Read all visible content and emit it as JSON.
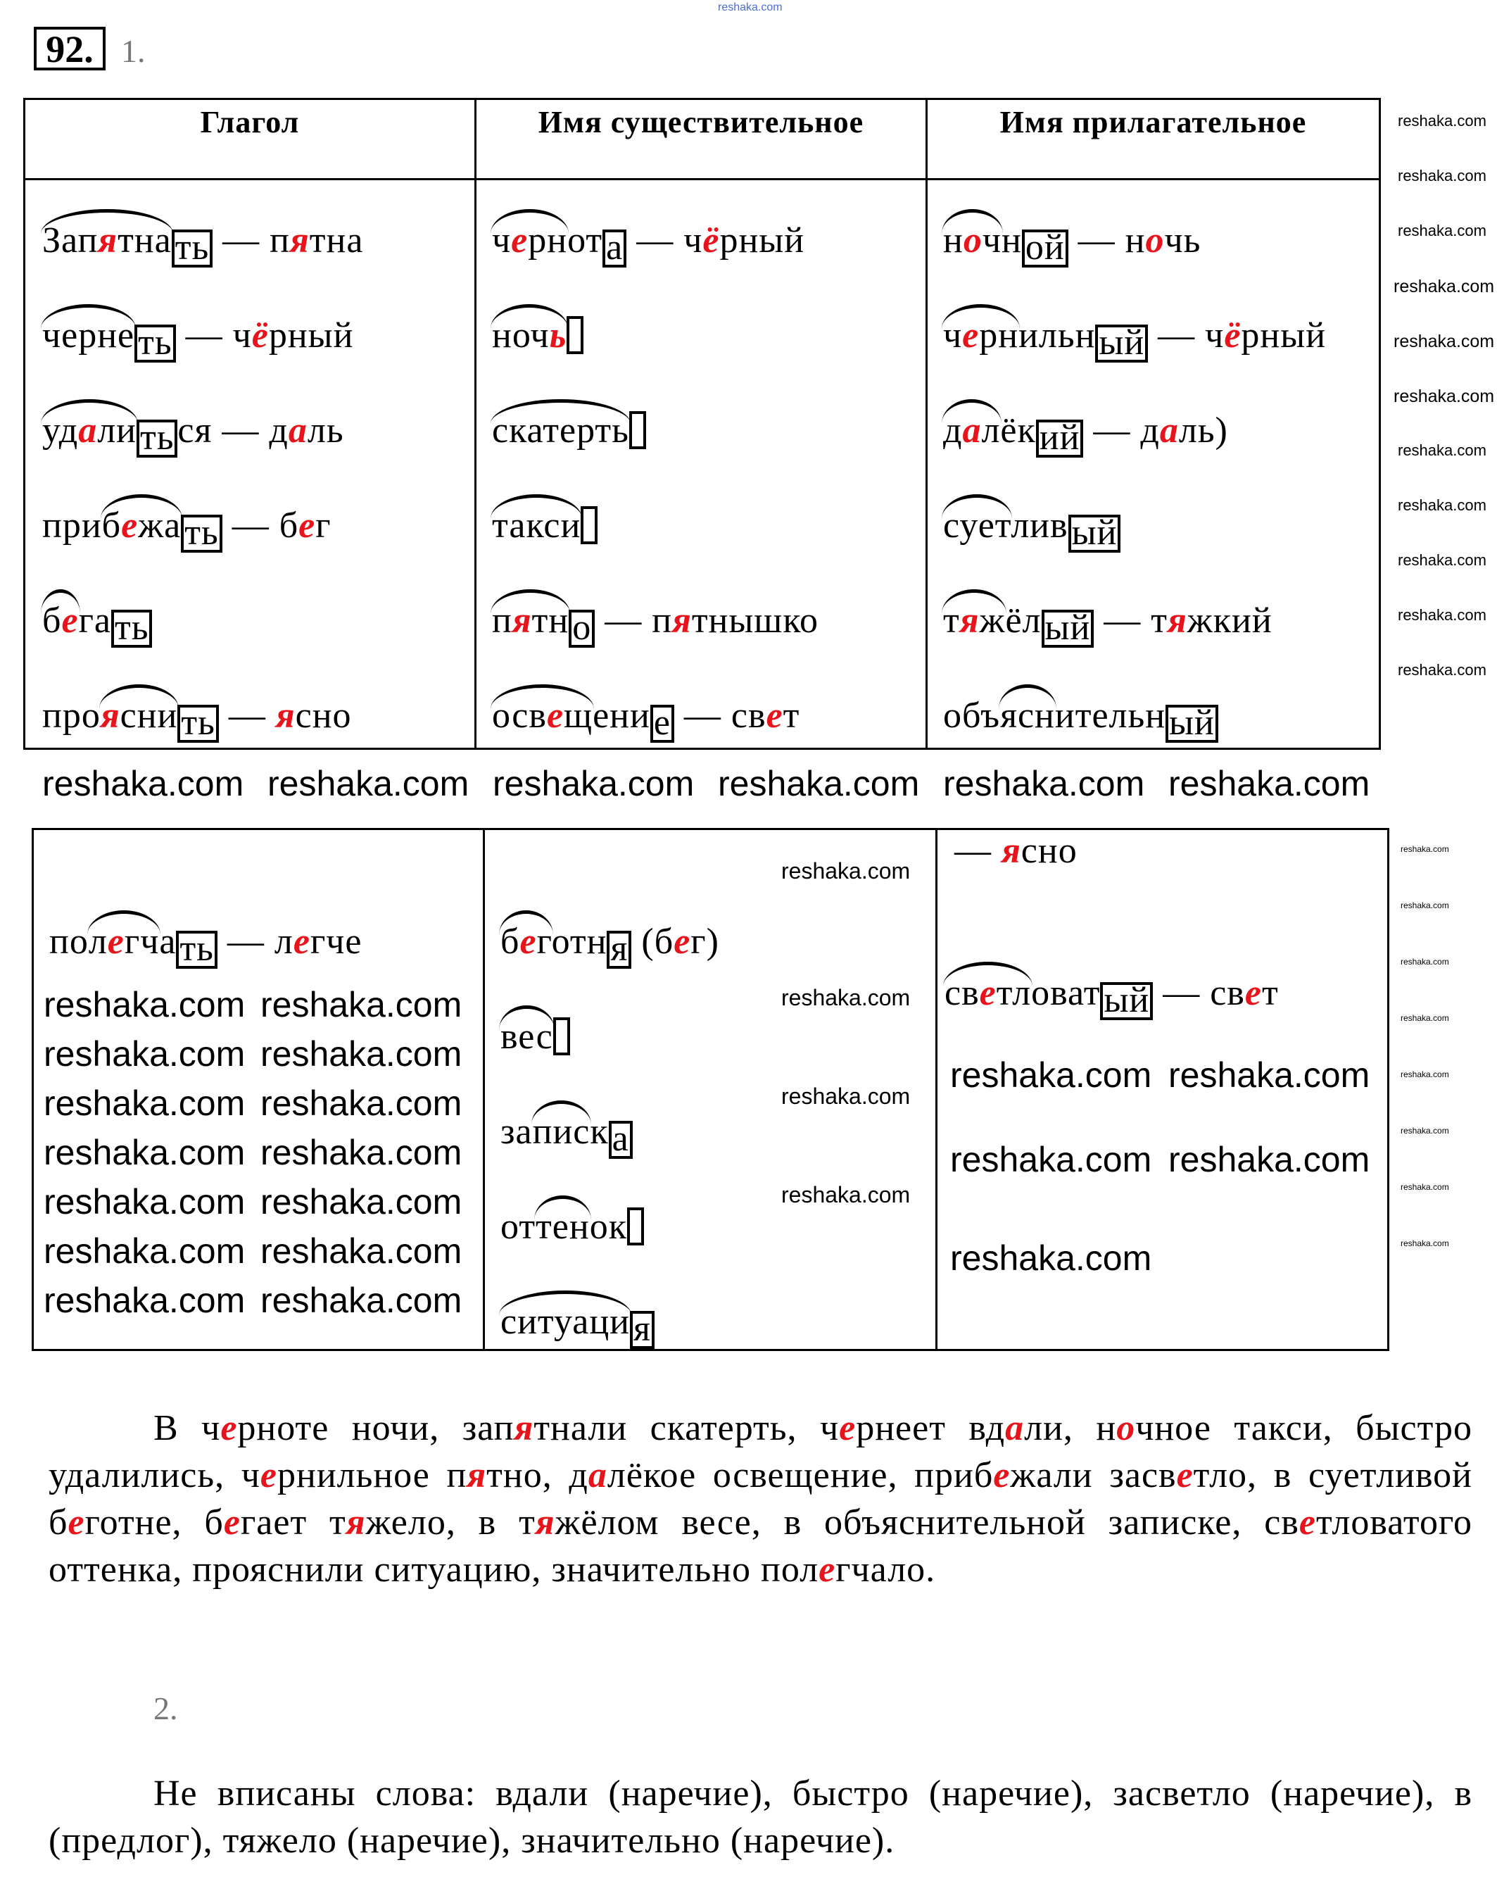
{
  "exercise": {
    "number": "92.",
    "part1": "1.",
    "part2": "2."
  },
  "dash": "—",
  "watermark": "reshaka.com",
  "colors": {
    "highlight": "#e8141b",
    "site_link": "#4a6fd6"
  },
  "table1": {
    "headers": [
      "Глагол",
      "Имя существительное",
      "Имя прилагательное"
    ],
    "columns": [
      {
        "entries": [
          {
            "w": [
              {
                "t": "Зап",
                "a": 1
              },
              {
                "t": "я",
                "r": 1,
                "a": 1
              },
              {
                "t": "тна",
                "a": 1
              },
              {
                "t": "ть",
                "b": 1
              }
            ],
            "rel": [
              {
                "t": "п"
              },
              {
                "t": "я",
                "r": 1
              },
              {
                "t": "тна"
              }
            ]
          },
          {
            "w": [
              {
                "t": "черне",
                "a": 1
              },
              {
                "t": "ть",
                "b": 1
              }
            ],
            "rel": [
              {
                "t": "ч"
              },
              {
                "t": "ё",
                "r": 1
              },
              {
                "t": "рный"
              }
            ]
          },
          {
            "w": [
              {
                "t": "уд",
                "a": 1
              },
              {
                "t": "а",
                "r": 1,
                "a": 1
              },
              {
                "t": "ли",
                "a": 1
              },
              {
                "t": "ть",
                "b": 1
              },
              {
                "t": "ся"
              }
            ],
            "rel": [
              {
                "t": "д"
              },
              {
                "t": "а",
                "r": 1
              },
              {
                "t": "ль"
              }
            ]
          },
          {
            "w": [
              {
                "t": "при"
              },
              {
                "t": "б",
                "a": 1
              },
              {
                "t": "е",
                "r": 1,
                "a": 1
              },
              {
                "t": "жа",
                "a": 1
              },
              {
                "t": "ть",
                "b": 1
              }
            ],
            "rel": [
              {
                "t": "б"
              },
              {
                "t": "е",
                "r": 1
              },
              {
                "t": "г"
              }
            ]
          },
          {
            "w": [
              {
                "t": "б",
                "a": 1
              },
              {
                "t": "е",
                "r": 1,
                "a": 1
              },
              {
                "t": "га"
              },
              {
                "t": "ть",
                "b": 1
              }
            ]
          },
          {
            "w": [
              {
                "t": "про"
              },
              {
                "t": "я",
                "r": 1,
                "a": 1
              },
              {
                "t": "сни",
                "a": 1
              },
              {
                "t": "ть",
                "b": 1
              }
            ],
            "rel": [
              {
                "t": "я",
                "r": 1
              },
              {
                "t": "сно"
              }
            ]
          }
        ]
      },
      {
        "entries": [
          {
            "w": [
              {
                "t": "ч",
                "a": 1
              },
              {
                "t": "е",
                "r": 1,
                "a": 1
              },
              {
                "t": "рн",
                "a": 1
              },
              {
                "t": "от"
              },
              {
                "t": "а",
                "b": 1
              }
            ],
            "rel": [
              {
                "t": "ч"
              },
              {
                "t": "ё",
                "r": 1
              },
              {
                "t": "рный"
              }
            ]
          },
          {
            "w": [
              {
                "t": "ноч",
                "a": 1
              },
              {
                "t": "ь",
                "r": 1,
                "a": 1
              },
              {
                "t": "",
                "b": 1
              }
            ]
          },
          {
            "w": [
              {
                "t": "скатерть",
                "a": 1
              },
              {
                "t": "",
                "b": 1
              }
            ]
          },
          {
            "w": [
              {
                "t": "такси",
                "a": 1
              },
              {
                "t": "",
                "b": 1
              }
            ]
          },
          {
            "w": [
              {
                "t": "п",
                "a": 1
              },
              {
                "t": "я",
                "r": 1,
                "a": 1
              },
              {
                "t": "тн",
                "a": 1
              },
              {
                "t": "о",
                "b": 1
              }
            ],
            "rel": [
              {
                "t": "п"
              },
              {
                "t": "я",
                "r": 1
              },
              {
                "t": "тнышко"
              }
            ]
          },
          {
            "w": [
              {
                "t": "осв",
                "a": 1
              },
              {
                "t": "е",
                "r": 1,
                "a": 1
              },
              {
                "t": "щ",
                "a": 1
              },
              {
                "t": "ени"
              },
              {
                "t": "е",
                "b": 1
              }
            ],
            "rel": [
              {
                "t": "св"
              },
              {
                "t": "е",
                "r": 1
              },
              {
                "t": "т"
              }
            ]
          }
        ]
      },
      {
        "entries": [
          {
            "w": [
              {
                "t": "н",
                "a": 1
              },
              {
                "t": "о",
                "r": 1,
                "a": 1
              },
              {
                "t": "ч",
                "a": 1
              },
              {
                "t": "н"
              },
              {
                "t": "ой",
                "b": 1
              }
            ],
            "rel": [
              {
                "t": "н"
              },
              {
                "t": "о",
                "r": 1
              },
              {
                "t": "чь"
              }
            ]
          },
          {
            "w": [
              {
                "t": "ч",
                "a": 1
              },
              {
                "t": "е",
                "r": 1,
                "a": 1
              },
              {
                "t": "рн",
                "a": 1
              },
              {
                "t": "ильн"
              },
              {
                "t": "ый",
                "b": 1
              }
            ],
            "rel": [
              {
                "t": "ч"
              },
              {
                "t": "ё",
                "r": 1
              },
              {
                "t": "рный"
              }
            ]
          },
          {
            "w": [
              {
                "t": "д",
                "a": 1
              },
              {
                "t": "а",
                "r": 1,
                "a": 1
              },
              {
                "t": "л",
                "a": 1
              },
              {
                "t": "ёк"
              },
              {
                "t": "ий",
                "b": 1
              }
            ],
            "rel": [
              {
                "t": "д"
              },
              {
                "t": "а",
                "r": 1
              },
              {
                "t": "ль)"
              }
            ]
          },
          {
            "w": [
              {
                "t": "сует",
                "a": 1
              },
              {
                "t": "лив"
              },
              {
                "t": "ый",
                "b": 1
              }
            ]
          },
          {
            "w": [
              {
                "t": "т",
                "a": 1
              },
              {
                "t": "я",
                "r": 1,
                "a": 1
              },
              {
                "t": "ж",
                "a": 1
              },
              {
                "t": "ёл"
              },
              {
                "t": "ый",
                "b": 1
              }
            ],
            "rel": [
              {
                "t": "т"
              },
              {
                "t": "я",
                "r": 1
              },
              {
                "t": "жкий"
              }
            ]
          },
          {
            "w": [
              {
                "t": "объ"
              },
              {
                "t": "ясн",
                "a": 1
              },
              {
                "t": "ительн"
              },
              {
                "t": "ый",
                "b": 1
              }
            ]
          }
        ]
      }
    ]
  },
  "table2": {
    "columns": [
      {
        "entries": [
          {
            "w": [
              {
                "t": "по"
              },
              {
                "t": "л",
                "a": 1
              },
              {
                "t": "е",
                "r": 1,
                "a": 1
              },
              {
                "t": "гч",
                "a": 1
              },
              {
                "t": "а"
              },
              {
                "t": "ть",
                "b": 1
              }
            ],
            "rel": [
              {
                "t": "л"
              },
              {
                "t": "е",
                "r": 1
              },
              {
                "t": "гче"
              }
            ]
          }
        ]
      },
      {
        "entries": [
          {
            "w": [
              {
                "t": "б",
                "a": 1
              },
              {
                "t": "е",
                "r": 1,
                "a": 1
              },
              {
                "t": "г",
                "a": 1
              },
              {
                "t": "отн"
              },
              {
                "t": "я",
                "b": 1
              },
              {
                "t": " (б"
              },
              {
                "t": "е",
                "r": 1
              },
              {
                "t": "г)"
              }
            ]
          },
          {
            "w": [
              {
                "t": "вес",
                "a": 1
              },
              {
                "t": "",
                "b": 1
              }
            ]
          },
          {
            "w": [
              {
                "t": "за"
              },
              {
                "t": "пис",
                "a": 1
              },
              {
                "t": "к"
              },
              {
                "t": "а",
                "b": 1
              }
            ]
          },
          {
            "w": [
              {
                "t": "от"
              },
              {
                "t": "тен",
                "a": 1
              },
              {
                "t": "ок"
              },
              {
                "t": "",
                "b": 1
              }
            ]
          },
          {
            "w": [
              {
                "t": "ситуаци",
                "a": 1
              },
              {
                "t": "я",
                "b": 1
              }
            ]
          }
        ]
      },
      {
        "entries": [
          {
            "rel": [
              {
                "t": "я",
                "r": 1
              },
              {
                "t": "сно"
              }
            ]
          },
          {
            "w": [
              {
                "t": "св",
                "a": 1
              },
              {
                "t": "е",
                "r": 1,
                "a": 1
              },
              {
                "t": "тл",
                "a": 1
              },
              {
                "t": "оват"
              },
              {
                "t": "ый",
                "b": 1
              }
            ],
            "rel": [
              {
                "t": "св"
              },
              {
                "t": "е",
                "r": 1
              },
              {
                "t": "т"
              }
            ]
          }
        ]
      }
    ]
  },
  "paragraph1": [
    {
      "t": "В ч"
    },
    {
      "t": "е",
      "r": 1
    },
    {
      "t": "рноте ночи, зап"
    },
    {
      "t": "я",
      "r": 1
    },
    {
      "t": "тнали скатерть, ч"
    },
    {
      "t": "е",
      "r": 1
    },
    {
      "t": "рнеет вд"
    },
    {
      "t": "а",
      "r": 1
    },
    {
      "t": "ли, н"
    },
    {
      "t": "о",
      "r": 1
    },
    {
      "t": "чное такси, быстро удалились, ч"
    },
    {
      "t": "е",
      "r": 1
    },
    {
      "t": "рнильное п"
    },
    {
      "t": "я",
      "r": 1
    },
    {
      "t": "тно, д"
    },
    {
      "t": "а",
      "r": 1
    },
    {
      "t": "лёкое освещение, приб"
    },
    {
      "t": "е",
      "r": 1
    },
    {
      "t": "жали засв"
    },
    {
      "t": "е",
      "r": 1
    },
    {
      "t": "тло, в суетливой б"
    },
    {
      "t": "е",
      "r": 1
    },
    {
      "t": "готне, б"
    },
    {
      "t": "е",
      "r": 1
    },
    {
      "t": "гает т"
    },
    {
      "t": "я",
      "r": 1
    },
    {
      "t": "жело, в т"
    },
    {
      "t": "я",
      "r": 1
    },
    {
      "t": "жёлом весе, в объяснительной записке, св"
    },
    {
      "t": "е",
      "r": 1
    },
    {
      "t": "тловатого оттенка, прояснили ситуацию, значительно пол"
    },
    {
      "t": "е",
      "r": 1
    },
    {
      "t": "гчало."
    }
  ],
  "paragraph2": "Не вписаны слова: вдали (наречие), быстро (наречие), засветло (наречие), в (предлог), тяжело (наречие), значительно (наречие)."
}
